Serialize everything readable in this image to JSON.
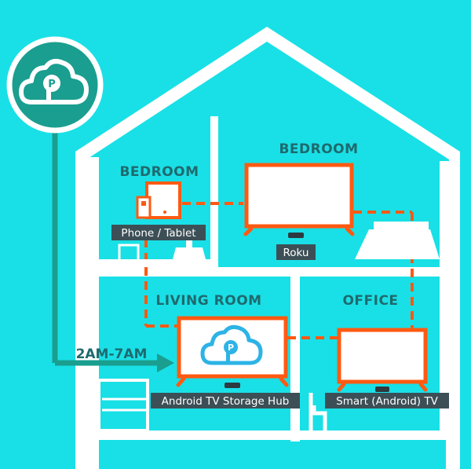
{
  "cloud_service": {
    "logo_letter": "P",
    "colors": {
      "circle": "#1a9e8f",
      "icon": "#ffffff",
      "line": "#1a9e8f"
    }
  },
  "sync_window": "2AM-7AM",
  "rooms": {
    "bedroom_left": "BEDROOM",
    "bedroom_right": "BEDROOM",
    "living_room": "LIVING ROOM",
    "office": "OFFICE"
  },
  "devices": {
    "phone_tablet": "Phone / Tablet",
    "roku": "Roku",
    "android_tv_hub": "Android TV Storage Hub",
    "smart_tv": "Smart (Android) TV"
  },
  "colors": {
    "background": "#19e0e6",
    "connection": "#ff5a12",
    "label_bg": "#3d4f56",
    "room_title": "#1f6a6e",
    "walls": "#ffffff"
  }
}
